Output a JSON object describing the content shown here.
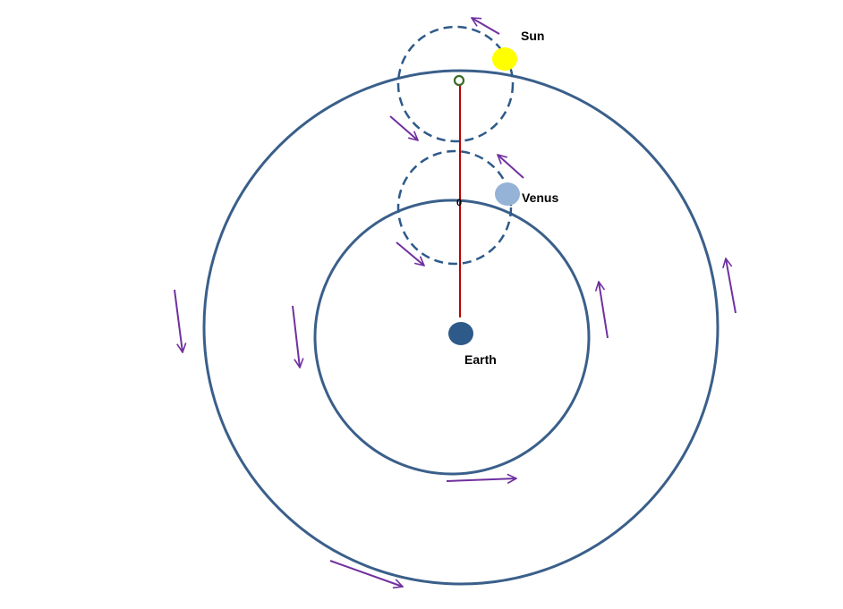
{
  "labels": {
    "sun": "Sun",
    "venus": "Venus",
    "earth": "Earth",
    "epicycle_center_mark": "0"
  },
  "colors": {
    "orbit": "#3a5f8a",
    "epicycle": "#2e5a8a",
    "sun": "#ffff00",
    "venus": "#95b3d7",
    "earth": "#2e5a8a",
    "sun_line": "#c00000",
    "arrow": "#7030a0",
    "marker": "#3a6b28"
  },
  "icons": {
    "motion_arrow": "arrow-icon"
  }
}
